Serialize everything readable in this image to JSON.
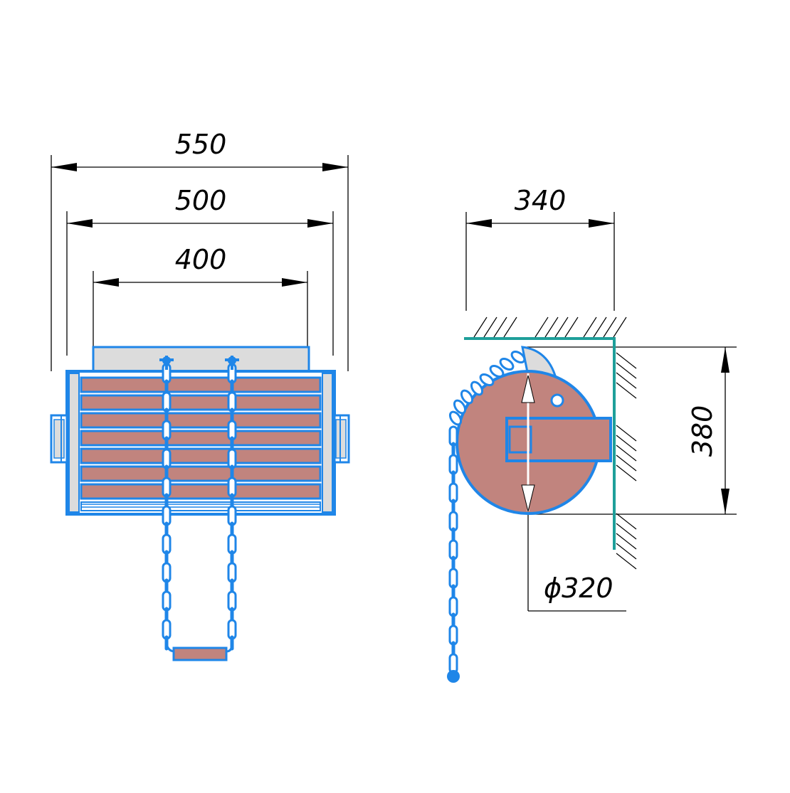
{
  "dimensions": {
    "width_overall": "550",
    "width_mid": "500",
    "width_inner": "400",
    "depth": "340",
    "height": "380",
    "diameter": "ϕ320"
  },
  "colors": {
    "outline": "#1f86e8",
    "wood": "#c1847e",
    "panel": "#dcdcdc",
    "wall": "#1e9f9a",
    "dimension": "#000000"
  }
}
